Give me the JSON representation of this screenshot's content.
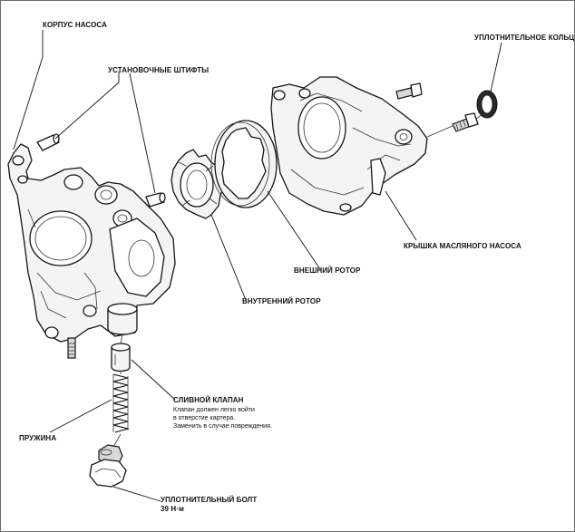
{
  "labels": {
    "pump_body": "КОРПУС НАСОСА",
    "dowel_pins": "УСТАНОВОЧНЫЕ ШТИФТЫ",
    "o_ring": "УПЛОТНИТЕЛЬНОЕ КОЛЬЦО",
    "oil_pump_cover": "КРЫШКА МАСЛЯНОГО НАСОСА",
    "outer_rotor": "ВНЕШНИЙ РОТОР",
    "inner_rotor": "ВНУТРЕННИЙ РОТОР",
    "relief_valve": "СЛИВНОЙ КЛАПАН",
    "relief_valve_note_1": "Клапан должен легко войти",
    "relief_valve_note_2": "в отверстие картера.",
    "relief_valve_note_3": "Заменить в случае повреждения.",
    "spring": "ПРУЖИНА",
    "sealing_bolt": "УПЛОТНИТЕЛЬНЫЙ БОЛТ",
    "sealing_bolt_torque": "39 Н·м"
  }
}
